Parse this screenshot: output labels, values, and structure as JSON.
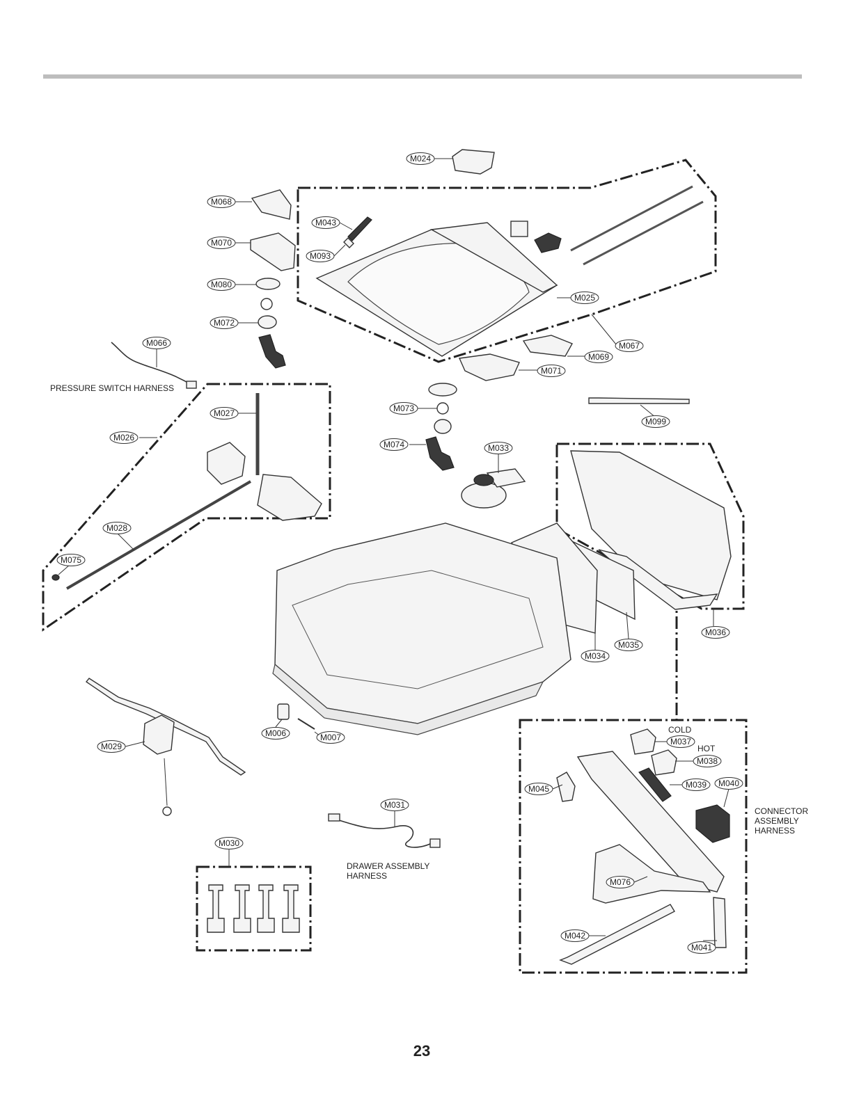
{
  "header_rule_color": "#bdbdbd",
  "page_number": "23",
  "captions": {
    "pressure_switch_harness": "PRESSURE SWITCH HARNESS",
    "cold": "COLD",
    "hot": "HOT",
    "connector_line1": "CONNECTOR",
    "connector_line2": "ASSEMBLY",
    "connector_line3": "HARNESS",
    "drawer_line1": "DRAWER ASSEMBLY",
    "drawer_line2": "HARNESS"
  },
  "parts": {
    "m024": "M024",
    "m068": "M068",
    "m070": "M070",
    "m080": "M080",
    "m072": "M072",
    "m043": "M043",
    "m093": "M093",
    "m025": "M025",
    "m067": "M067",
    "m069": "M069",
    "m071": "M071",
    "m066": "M066",
    "m073": "M073",
    "m099": "M099",
    "m074": "M074",
    "m033": "M033",
    "m027": "M027",
    "m026": "M026",
    "m028": "M028",
    "m075": "M075",
    "m036": "M036",
    "m035": "M035",
    "m034": "M034",
    "m006": "M006",
    "m007": "M007",
    "m029": "M029",
    "m031": "M031",
    "m030": "M030",
    "m037": "M037",
    "m038": "M038",
    "m039": "M039",
    "m040": "M040",
    "m045": "M045",
    "m076": "M076",
    "m042": "M042",
    "m041": "M041"
  }
}
